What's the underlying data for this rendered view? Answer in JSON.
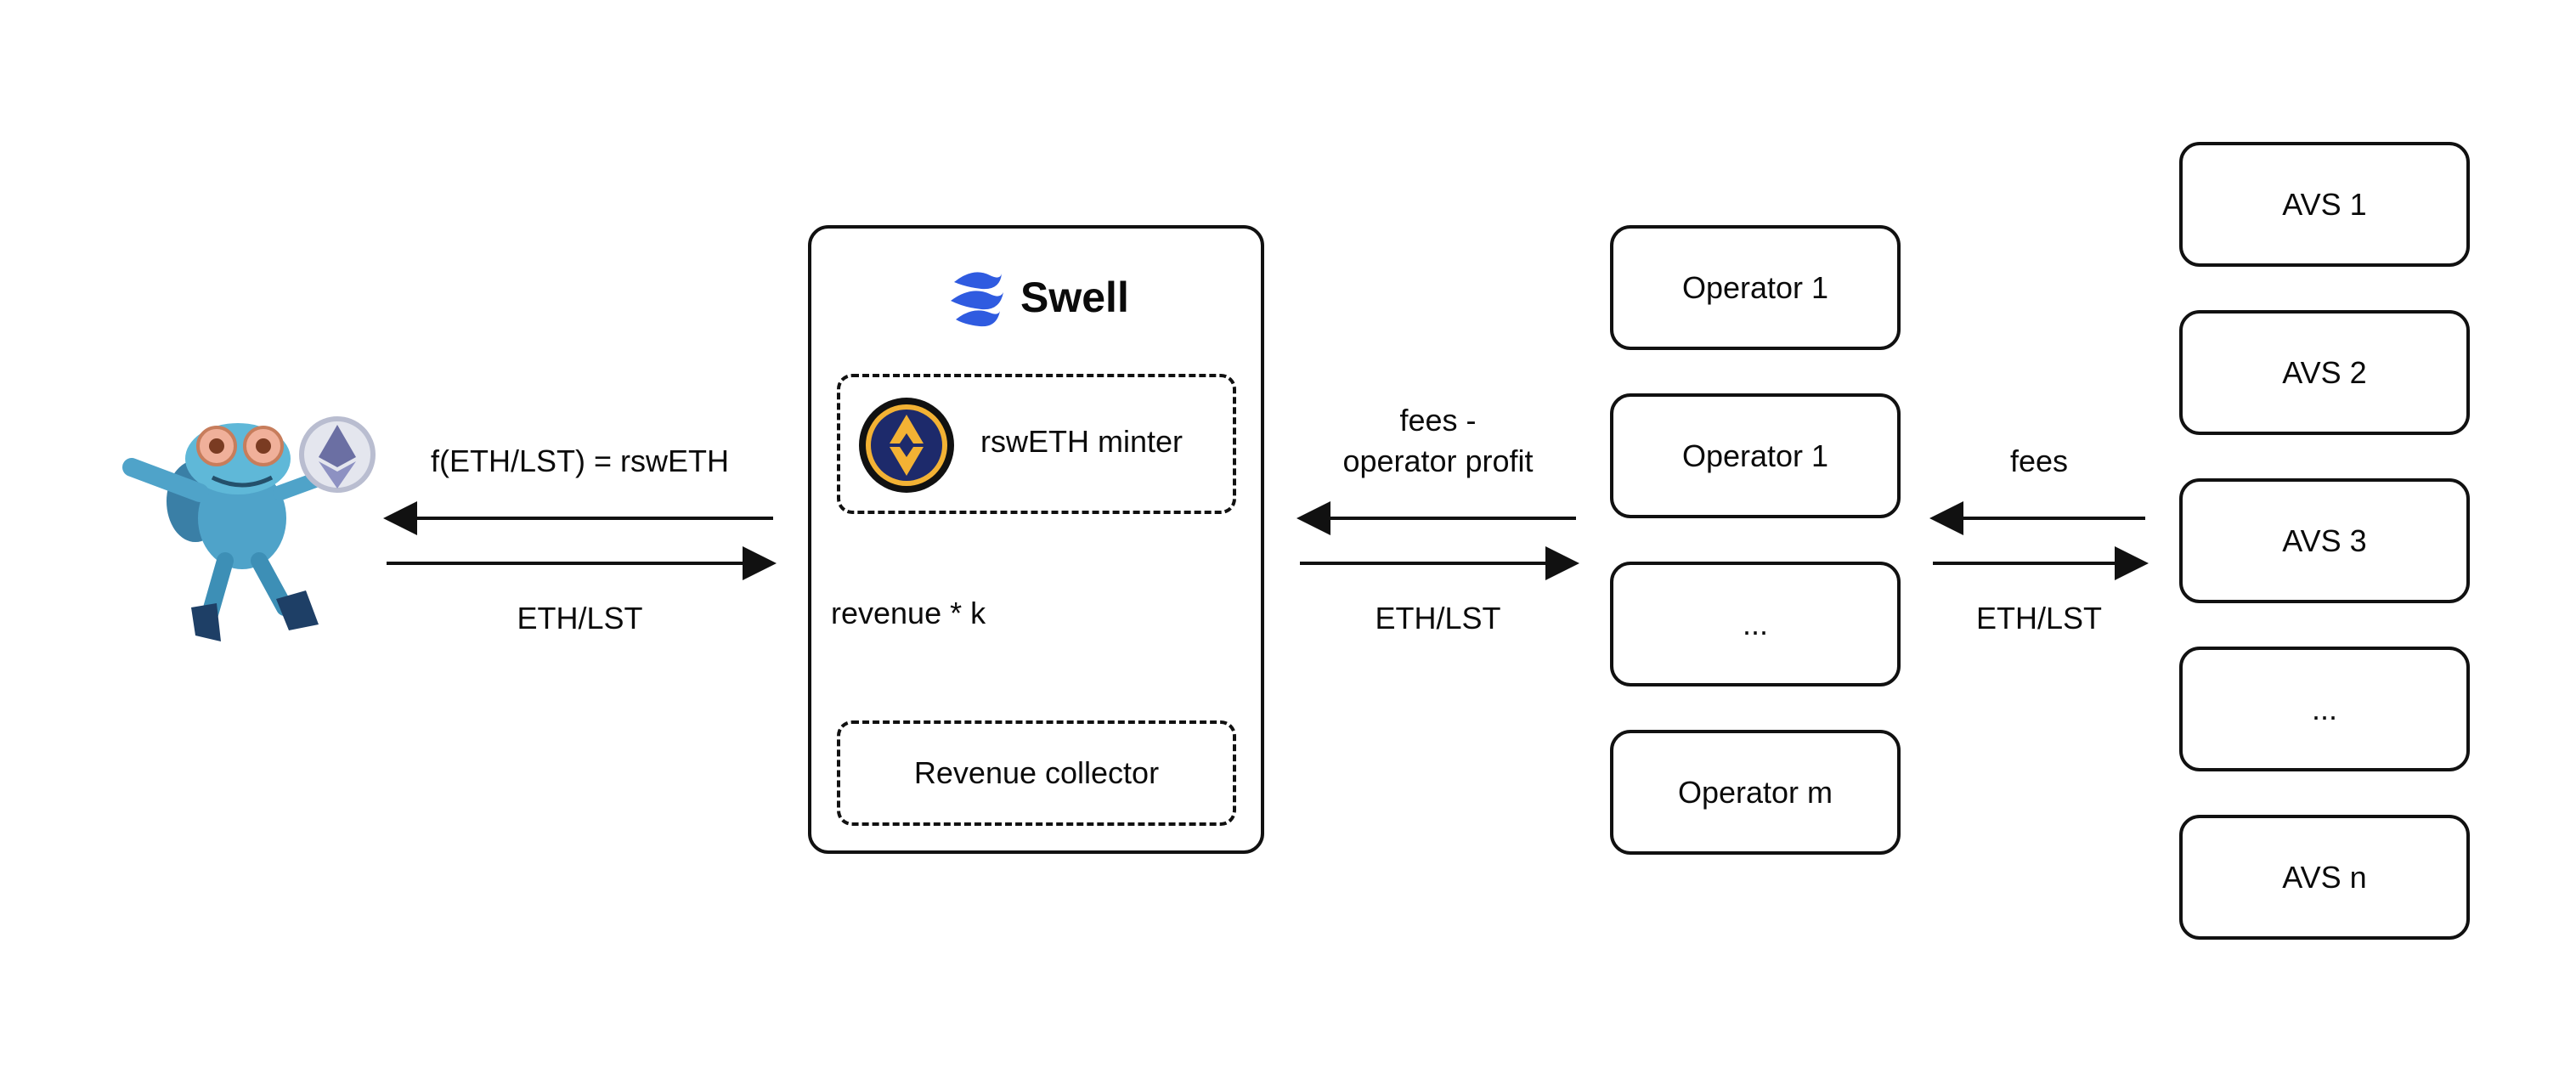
{
  "user_flow": {
    "top_label": "f(ETH/LST) = rswETH",
    "bottom_label": "ETH/LST"
  },
  "swell": {
    "brand": "Swell",
    "minter_label": "rswETH minter",
    "revenue_label": "revenue * k",
    "collector_label": "Revenue collector"
  },
  "operator_flow": {
    "top_label_line1": "fees -",
    "top_label_line2": "operator profit",
    "bottom_label": "ETH/LST"
  },
  "operators": [
    "Operator 1",
    "Operator 1",
    "...",
    "Operator m"
  ],
  "avs_flow": {
    "top_label": "fees",
    "bottom_label": "ETH/LST"
  },
  "avs": [
    "AVS 1",
    "AVS 2",
    "AVS 3",
    "...",
    "AVS n"
  ],
  "colors": {
    "stroke": "#111111",
    "swell_blue": "#2f5be0",
    "token_navy": "#1d2a6b",
    "token_gold": "#f3b234"
  }
}
